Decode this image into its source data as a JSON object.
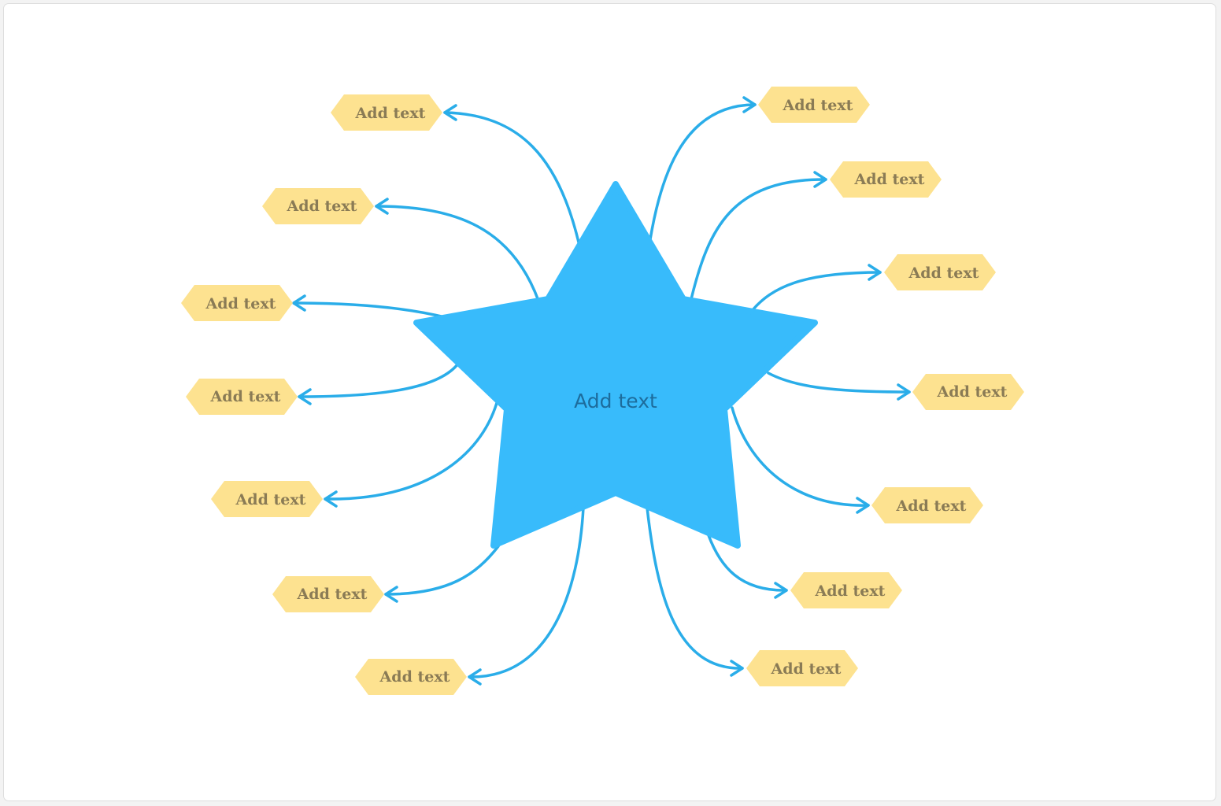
{
  "center": {
    "label": "Add text",
    "fill_color": "#38bbfb",
    "text_color": "#1d6c9c"
  },
  "style": {
    "connector_color": "#2aade9",
    "node_fill": "#fde290",
    "node_text_color": "#8a7b55"
  },
  "nodes": [
    {
      "label": "Add text"
    },
    {
      "label": "Add text"
    },
    {
      "label": "Add text"
    },
    {
      "label": "Add text"
    },
    {
      "label": "Add text"
    },
    {
      "label": "Add text"
    },
    {
      "label": "Add text"
    },
    {
      "label": "Add text"
    },
    {
      "label": "Add text"
    },
    {
      "label": "Add text"
    },
    {
      "label": "Add text"
    },
    {
      "label": "Add text"
    },
    {
      "label": "Add text"
    },
    {
      "label": "Add text"
    }
  ]
}
